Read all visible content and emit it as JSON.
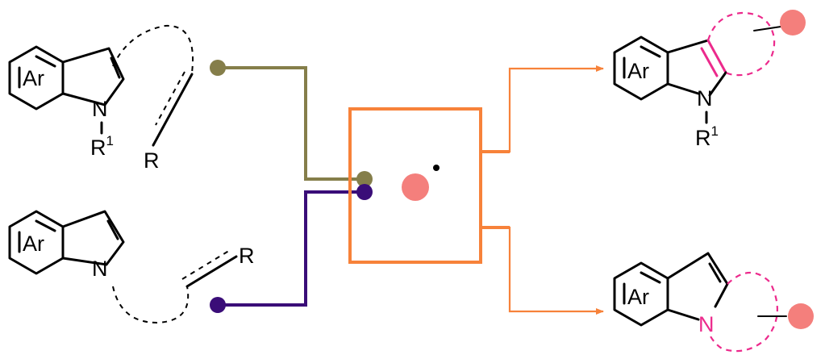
{
  "labels": {
    "ar": "Ar",
    "n": "N",
    "r": "R",
    "r1_base": "R",
    "r1_sup": "1"
  },
  "colors": {
    "olive": "#857e4a",
    "purple": "#3a0d78",
    "orange": "#f7823a",
    "pink_circle": "#f47f7c",
    "magenta": "#ec2a8c",
    "black": "#000000"
  },
  "icons": {
    "radical": "radical-dot-icon",
    "metal": "metal-center-icon"
  }
}
